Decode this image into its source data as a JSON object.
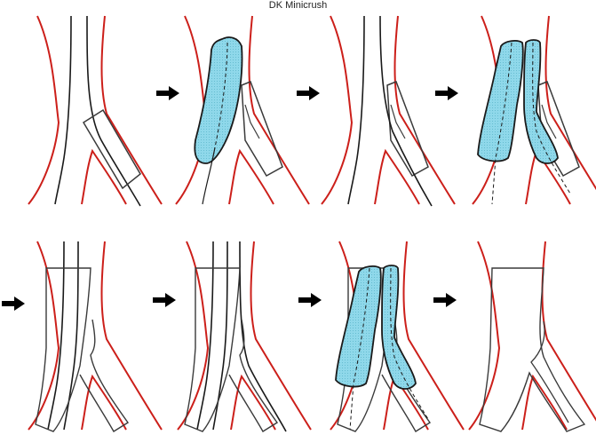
{
  "title": "DK Minicrush",
  "colors": {
    "vessel_wall": "#cc1f1a",
    "wire": "#1a1a1a",
    "stent": "#3a3a3a",
    "balloon_fill": "#8fd8ea",
    "balloon_stroke": "#1a1a1a",
    "arrow": "#000000",
    "background": "#ffffff"
  },
  "panels": [
    {
      "step": 1,
      "stage": "side-branch-stent-positioned"
    },
    {
      "step": 2,
      "stage": "main-vessel-balloon-crush"
    },
    {
      "step": 3,
      "stage": "side-branch-rewired"
    },
    {
      "step": 4,
      "stage": "first-kissing-balloon"
    },
    {
      "step": 5,
      "stage": "main-vessel-stent"
    },
    {
      "step": 6,
      "stage": "main-vessel-stent-rewired"
    },
    {
      "step": 7,
      "stage": "final-kissing-balloon"
    },
    {
      "step": 8,
      "stage": "final-result"
    }
  ]
}
